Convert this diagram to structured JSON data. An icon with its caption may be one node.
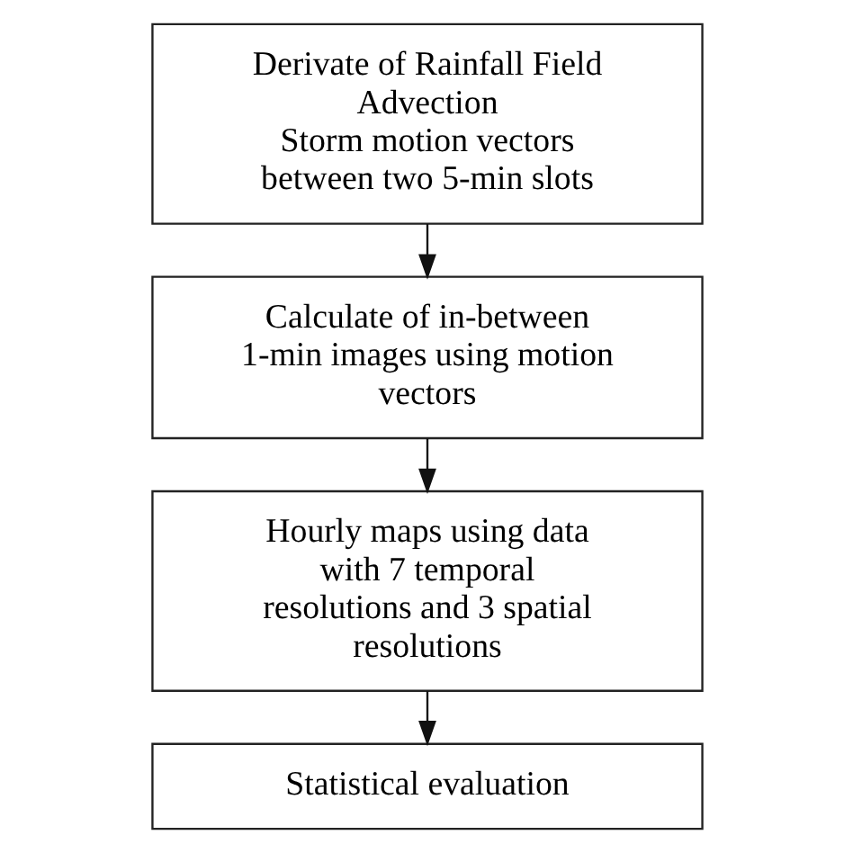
{
  "diagram": {
    "nodes": [
      {
        "text": [
          "Derivate of Rainfall Field Advection",
          "Storm motion vectors between two 5-min slots"
        ]
      },
      {
        "text": [
          "Calculate of in-between 1-min images using motion vectors"
        ]
      },
      {
        "text": [
          "Hourly maps using data with 7 temporal resolutions and 3 spatial resolutions"
        ]
      },
      {
        "text": [
          "Statistical evaluation"
        ]
      }
    ],
    "edges": [
      {
        "from": 0,
        "to": 1,
        "arrow": "to"
      },
      {
        "from": 1,
        "to": 2,
        "arrow": "to"
      },
      {
        "from": 2,
        "to": 3,
        "arrow": "to"
      }
    ]
  }
}
